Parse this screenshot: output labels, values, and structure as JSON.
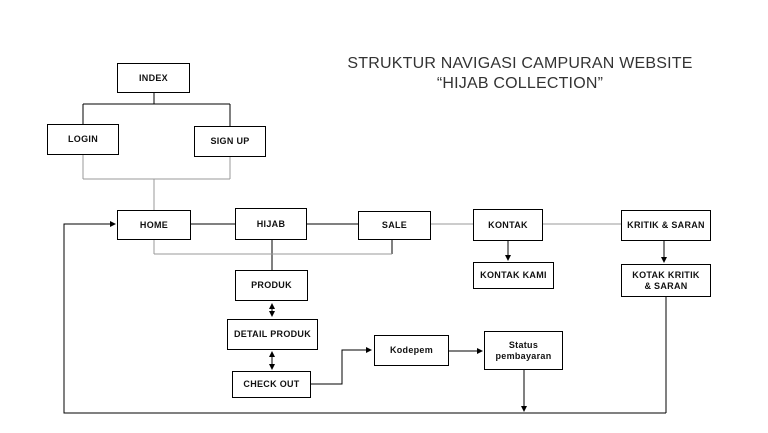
{
  "title": {
    "line1": "STRUKTUR NAVIGASI CAMPURAN WEBSITE",
    "line2": "“HIJAB COLLECTION”"
  },
  "nodes": {
    "index": "INDEX",
    "login": "LOGIN",
    "signup": "SIGN UP",
    "home": "HOME",
    "hijab": "HIJAB",
    "sale": "SALE",
    "kontak": "KONTAK",
    "kritik_saran": "KRITIK & SARAN",
    "kontak_kami": "KONTAK KAMI",
    "kotak_kritik_saran": "KOTAK KRITIK & SARAN",
    "produk": "PRODUK",
    "detail_produk": "DETAIL PRODUK",
    "check_out": "CHECK OUT",
    "kodepem": "Kodepem",
    "status_pembayaran": "Status pembayaran"
  },
  "colors": {
    "line": "#000000",
    "gray_line": "#999999"
  }
}
